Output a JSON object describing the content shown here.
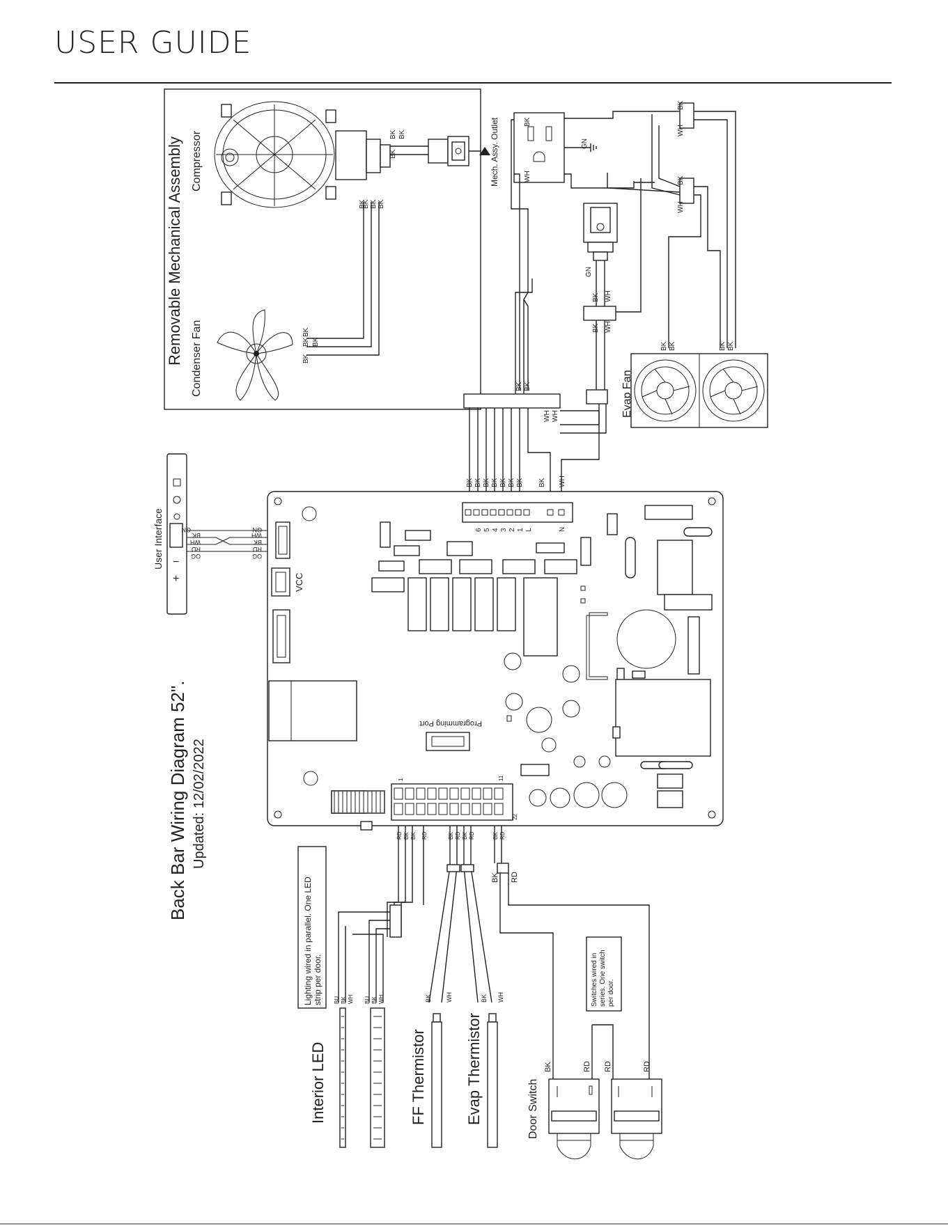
{
  "header": {
    "title": "USER GUIDE"
  },
  "diagram": {
    "title": "Back Bar Wiring Diagram 52\".",
    "updated": "Updated: 12/02/2022",
    "components": {
      "mechanical_assembly": "Removable Mechanical Assembly",
      "compressor": "Compressor",
      "condenser_fan": "Condenser Fan",
      "mech_outlet": "Mech. Assy. Outlet",
      "evap_fan": "Evap Fan",
      "user_interface": "User Interface",
      "vcc": "VCC",
      "programming_port": "Programming Port",
      "interior_led": "Interior LED",
      "ff_thermistor": "FF Thermistor",
      "evap_thermistor": "Evap Thermistor",
      "door_switch": "Door Switch"
    },
    "notes": {
      "lighting": [
        "Lighting wired in parallel. One LED",
        "strip per door."
      ],
      "switches": [
        "Switches wired in",
        "series. One switch",
        "per door."
      ]
    },
    "wire_colors": {
      "BK": "BK",
      "WH": "WH",
      "RD": "RD",
      "GN": "GN",
      "BU": "BU",
      "OG": "OG"
    },
    "ui_symbols": {
      "plus": "+",
      "minus": "−"
    },
    "terminals": [
      "6",
      "5",
      "4",
      "3",
      "2",
      "1",
      "L",
      "N"
    ],
    "connector_pins": {
      "first": "1",
      "eleven": "11",
      "twentytwo": "22"
    }
  }
}
